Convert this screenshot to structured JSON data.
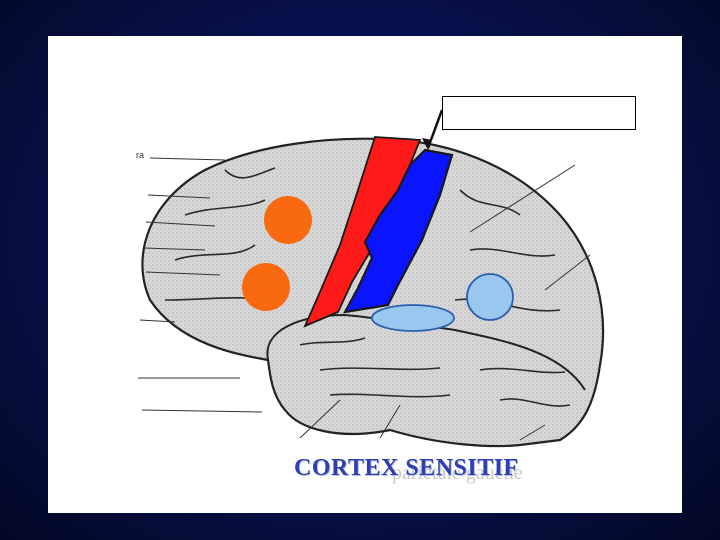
{
  "slide": {
    "caption": "CORTEX SENSITIF",
    "ghost_text": "pariétale gauche"
  },
  "regions": {
    "motor_strip": {
      "color": "#ff1a1a",
      "name": "motor-cortex-strip"
    },
    "sensory_strip": {
      "color": "#0a14ff",
      "name": "sensory-cortex-strip"
    },
    "frontal_spots": {
      "color": "#f96a10"
    },
    "temporal_oval": {
      "color": "#99c7ef"
    },
    "parietal_circle": {
      "color": "#99c7ef"
    }
  },
  "brain": {
    "fill": "#dcdcdc",
    "outline": "#222222"
  }
}
